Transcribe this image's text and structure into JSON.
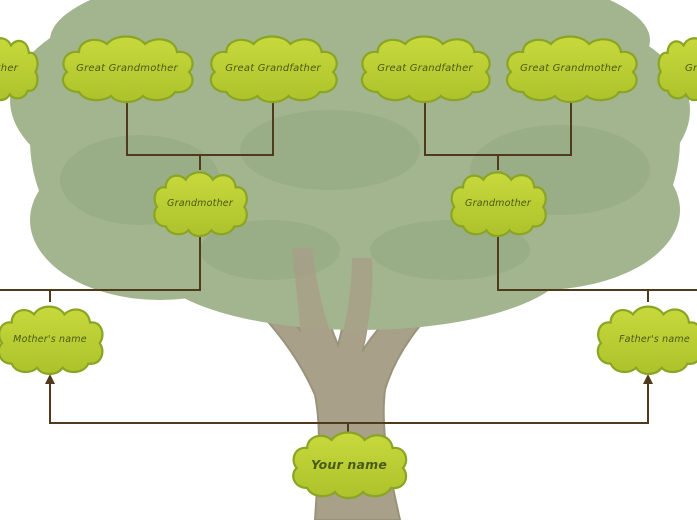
{
  "palette": {
    "cloud_fill": "#bccf32",
    "cloud_stroke": "#8aa423",
    "connector": "#4f3a1c",
    "label_text": "#4a5a1a",
    "foliage": "#a3b58f",
    "trunk": "#a8a089"
  },
  "tree": {
    "great_grandparents": [
      {
        "label": "ther"
      },
      {
        "label": "Great Grandmother"
      },
      {
        "label": "Great Grandfather"
      },
      {
        "label": "Great Grandfather"
      },
      {
        "label": "Great Grandmother"
      },
      {
        "label": "Gr"
      }
    ],
    "grandparents": [
      {
        "label": "Grandmother"
      },
      {
        "label": "Grandmother"
      }
    ],
    "parents": {
      "mother": "Mother's name",
      "father": "Father's name"
    },
    "self": "Your name"
  }
}
